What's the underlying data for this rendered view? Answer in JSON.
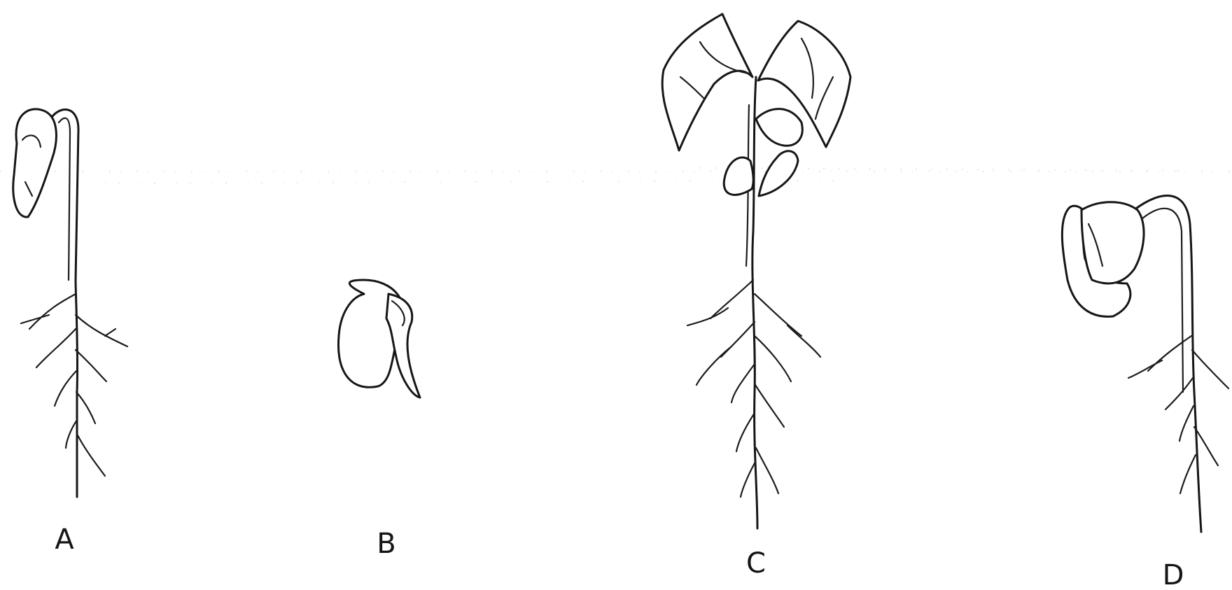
{
  "labels": {
    "a": "A",
    "b": "B",
    "c": "C",
    "d": "D"
  },
  "colors": {
    "ink": "#161616",
    "paper": "#ffffff",
    "stipple": "#7a7a7a"
  }
}
